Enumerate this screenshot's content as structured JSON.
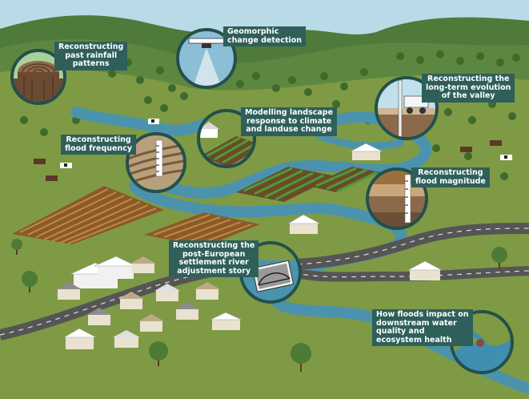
{
  "labels": {
    "geomorphic": {
      "line1": "Geomorphic",
      "line2": "change detection"
    },
    "rainfall": {
      "line1": "Reconstructing",
      "line2": "past rainfall",
      "line3": "patterns"
    },
    "evolution": {
      "line1": "Reconstructing the",
      "line2": "long-term evolution",
      "line3": "of the valley"
    },
    "modelling": {
      "line1": "Modelling landscape",
      "line2": "response to climate",
      "line3": "and landuse change"
    },
    "flood_frequency": {
      "line1": "Reconstructing",
      "line2": "flood frequency"
    },
    "flood_magnitude": {
      "line1": "Reconstructing",
      "line2": "flood magnitude"
    },
    "settlement": {
      "line1": "Reconstructing the",
      "line2": "post-European",
      "line3": "settlement river",
      "line4": "adjustment story"
    },
    "water_quality": {
      "line1": "How floods impact on",
      "line2": "downstream water",
      "line3": "quality and",
      "line4": "ecosystem health"
    }
  },
  "icons": [
    "tree-ring-icon",
    "drone-icon",
    "borehole-rig-icon",
    "field-plot-icon",
    "sediment-layers-icon",
    "sediment-core-icon",
    "bridge-photo-icon",
    "river-estuary-icon"
  ],
  "colors": {
    "sky": "#b9dbe8",
    "hills": "#4f7a3a",
    "grass": "#7f9a44",
    "river": "#4b93ad",
    "road": "#555555",
    "label_bg": "#2f5f5a",
    "circle_ring": "#23504b"
  }
}
